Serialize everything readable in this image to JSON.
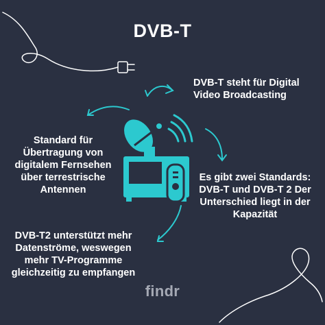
{
  "title": "DVB-T",
  "facts": {
    "definition": "DVB-T steht für Digital Video Broadcasting",
    "standard": "Standard für Übertragung von digitalem Fernsehen über terrestrische Antennen",
    "standards": "Es gibt zwei Standards: DVB-T und DVB-T 2 Der Unterschied liegt in der Kapazität",
    "dvbt2": "DVB-T2 unterstützt mehr Datenströme, weswegen mehr TV-Programme gleichzeitig zu empfangen"
  },
  "brand": "findr",
  "colors": {
    "background": "#2a3041",
    "accent": "#2cc9cf",
    "text": "#ffffff",
    "brand": "#a5a9b4"
  },
  "icons": [
    "plug-cable-icon",
    "tv-receiver-icon",
    "satellite-dish-icon",
    "signal-waves-icon",
    "remote-control-icon",
    "arrow-icon"
  ]
}
